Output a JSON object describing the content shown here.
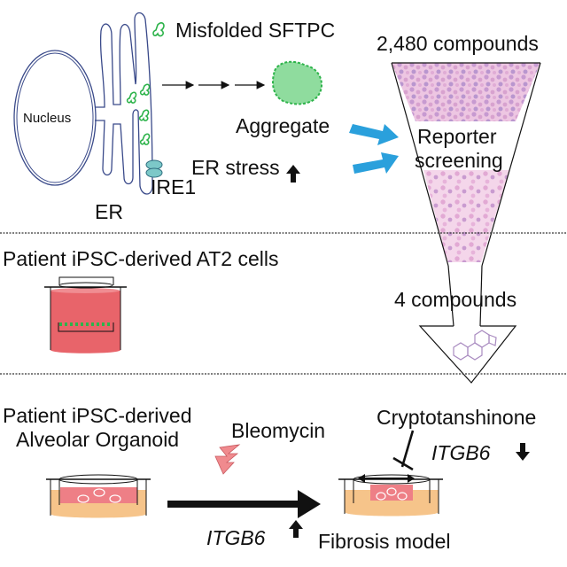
{
  "section1": {
    "nucleus_label": "Nucleus",
    "er_label": "ER",
    "misfolded_label": "Misfolded SFTPC",
    "aggregate_label": "Aggregate",
    "er_stress_label": "ER stress",
    "ire1_label": "IRE1",
    "library_label": "2,480 compounds",
    "screen_label_line1": "Reporter",
    "screen_label_line2": "screening"
  },
  "section2": {
    "title": "Patient iPSC-derived AT2 cells",
    "hits_label": "4 compounds"
  },
  "section3": {
    "title_line1": "Patient iPSC-derived",
    "title_line2": "Alveolar Organoid",
    "bleomycin_label": "Bleomycin",
    "itgb6_up_label": "ITGB6",
    "compound_label": "Cryptotanshinone",
    "itgb6_down_label": "ITGB6",
    "model_label": "Fibrosis model"
  },
  "colors": {
    "er_outline": "#3a4a8a",
    "protein_green": "#2db34a",
    "arrow_blue": "#2aa0dc",
    "screen_pink": "#e3a6d0",
    "media_red": "#e8646a",
    "media_peach": "#f6c48a",
    "organoid_pink": "#ee7f86",
    "bolt_pink": "#f08a8e",
    "molecule_purple": "#a98bc0"
  }
}
